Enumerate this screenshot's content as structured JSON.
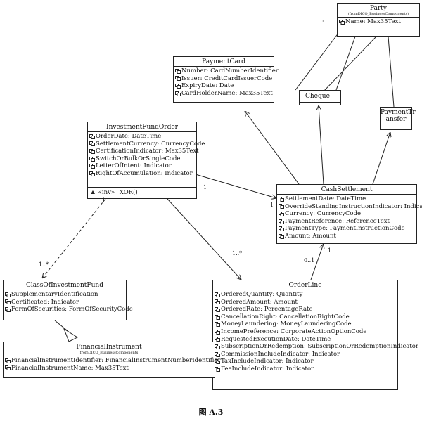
{
  "classes": {
    "party": {
      "name": "Party",
      "stereotype": "(fromDICO_BusinessComponents)",
      "attributes": [
        "Name: Max35Text"
      ]
    },
    "payment_card": {
      "name": "PaymentCard",
      "attributes": [
        "Number: CardNumberIdentifier",
        "Issuer: CreditCardIssuerCode",
        "ExpiryDate: Date",
        "CardHolderName: Max35Text"
      ]
    },
    "cheque": {
      "name": "Cheque"
    },
    "payment_transfer": {
      "name_line1": "PaymentTr",
      "name_line2": "ansfer"
    },
    "investment_fund_order": {
      "name": "InvestmentFundOrder",
      "attributes": [
        "OrderDate: DateTime",
        "SettlementCurrency: CurrencyCode",
        "CertificationIndicator: Max35Text",
        "SwitchOrBulkOrSingleCode",
        "LetterOfIntent: Indicator",
        "RightOfAccumulation: Indicator"
      ],
      "operation_stereotype": "«inv»",
      "operation": "XOR()"
    },
    "cash_settlement": {
      "name": "CashSettlement",
      "attributes": [
        "SettlementDate: DateTime",
        "OverrideStandingInstructionIndicator: Indicator",
        "Currency: CurrencyCode",
        "PaymentReference: ReferenceText",
        "PaymentType: PaymentInstructionCode",
        "Amount: Amount"
      ]
    },
    "class_of_investment_fund": {
      "name": "ClassOfInvestmentFund",
      "attributes": [
        "SupplementaryIdentification",
        "Certificated: Indicator",
        "FormOfSecurities: FormOfSecurityCode"
      ]
    },
    "order_line": {
      "name": "OrderLine",
      "attributes": [
        "OrderedQuantity: Quantity",
        "OrderedAmount: Amount",
        "OrderedRate: PercentageRate",
        "CancellationRight: CancellationRightCode",
        "MoneyLaundering: MoneyLaunderingCode",
        "IncomePreference: CorporateActionOptionCode",
        "RequestedExecutionDate: DateTime",
        "SubscriptionOrRedemption: SubscriptionOrRedemptionIndicator",
        "CommissionIncludeIndicator: Indicator",
        "TaxIncludeIndicator: Indicator",
        "FeeIncludeIndicator: Indicator"
      ]
    },
    "financial_instrument": {
      "name": "FinancialInstrument",
      "stereotype": "(fromDICO_BusinessComponents)",
      "attributes": [
        "FinancialInstrumentIdentifier: FinancialInstrumentNumberIdentifier",
        "FinancialInstrumentName: Max35Text"
      ]
    }
  },
  "multiplicities": {
    "ifo_to_cash": "1",
    "cash_from_ifo": "1",
    "ifo_to_class": "1",
    "class_from_ifo": "1..*",
    "ifo_to_orderline": "1..*",
    "orderline_to_cash": "0..1",
    "cash_from_orderline": "1"
  },
  "caption": "图 A.3"
}
